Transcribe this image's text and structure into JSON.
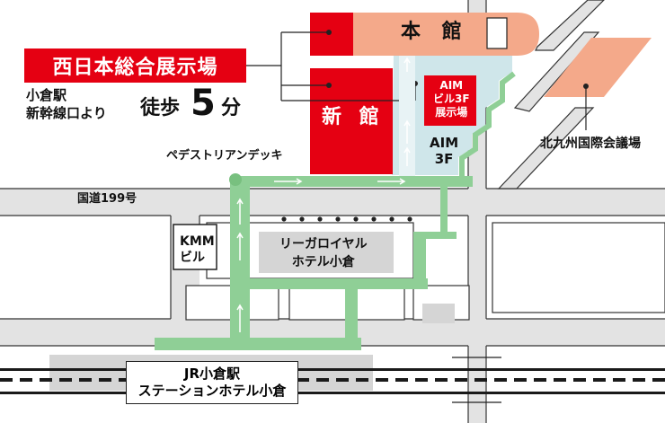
{
  "venue": {
    "title": "西日本総合展示場",
    "access_line1": "小倉駅",
    "access_line2": "新幹線口より",
    "walk_label": "徒歩",
    "walk_minutes": "5",
    "walk_unit": "分"
  },
  "buildings": {
    "honkan": "本 館",
    "shinkan": "新 館",
    "aim_expo_line1": "AIM",
    "aim_expo_line2": "ビル3F",
    "aim_expo_line3": "展示場",
    "aim_3f_line1": "AIM",
    "aim_3f_line2": "3F",
    "kitakyushu_convention": "北九州国際会議場",
    "kmm_line1": "KMM",
    "kmm_line2": "ビル",
    "rihga_line1": "リーガロイヤル",
    "rihga_line2": "ホテル小倉",
    "station_line1": "JR小倉駅",
    "station_line2": "ステーションホテル小倉"
  },
  "streets": {
    "deck": "ペデストリアンデッキ",
    "route199": "国道199号"
  },
  "colors": {
    "exhibition_red": "#e50012",
    "honkan_salmon": "#f4a98a",
    "convention_salmon": "#f4a98a",
    "aim_lightblue": "#cfe6ea",
    "walkway_green": "#8fcf96",
    "road_gray": "#e3e3e3",
    "building_gray": "#d5d5d5",
    "rail_dark": "#1a1a1a"
  }
}
